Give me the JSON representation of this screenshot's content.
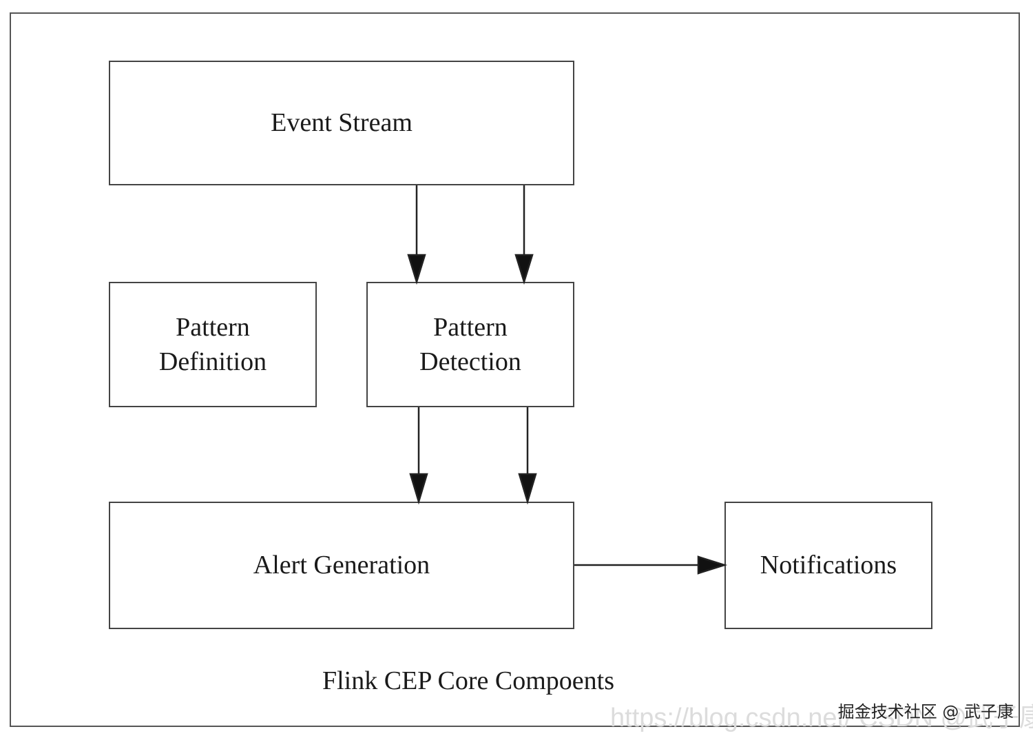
{
  "diagram": {
    "nodes": [
      {
        "id": "event",
        "lines": [
          "Event Stream"
        ]
      },
      {
        "id": "def",
        "lines": [
          "Pattern",
          "Definition"
        ]
      },
      {
        "id": "det",
        "lines": [
          "Pattern",
          "Detection"
        ]
      },
      {
        "id": "alert",
        "lines": [
          "Alert Generation"
        ]
      },
      {
        "id": "notif",
        "lines": [
          "Notifications"
        ]
      }
    ],
    "edges": [
      {
        "from": "event",
        "to": "det"
      },
      {
        "from": "event",
        "to": "det"
      },
      {
        "from": "det",
        "to": "alert"
      },
      {
        "from": "det",
        "to": "alert"
      },
      {
        "from": "alert",
        "to": "notif"
      }
    ],
    "caption": "Flink CEP Core Compoents",
    "colors": {
      "stroke": "#444444",
      "text": "#1a1a1a"
    }
  },
  "watermark": {
    "text": "掘金技术社区 @ 武子康",
    "faint_text": "https://blog.csdn.net/ CSDN @武子康"
  }
}
